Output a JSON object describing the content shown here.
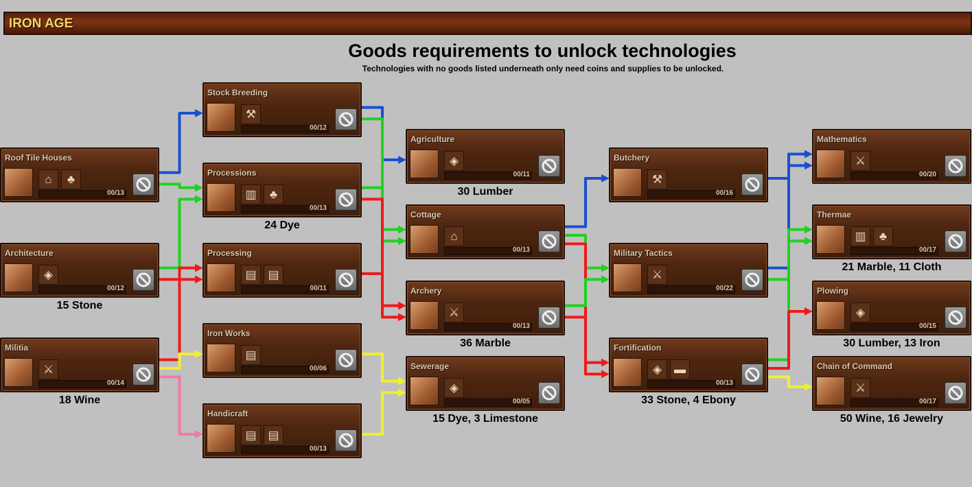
{
  "header": {
    "era": "IRON AGE"
  },
  "title": "Goods requirements to unlock technologies",
  "subtitle": "Technologies with no goods listed underneath only need coins and supplies to be unlocked.",
  "colors": {
    "blue": "#1a4fd0",
    "green": "#22d022",
    "red": "#ee1a1a",
    "yellow": "#f0f030",
    "pink": "#f07aa8"
  },
  "technologies": [
    {
      "id": "roof-tile-houses",
      "name": "Roof Tile Houses",
      "progress": "00/13",
      "goods_icons": [
        "house-icon",
        "tree-icon"
      ],
      "requirement": ""
    },
    {
      "id": "architecture",
      "name": "Architecture",
      "progress": "00/12",
      "goods_icons": [
        "stone-icon"
      ],
      "requirement": "15 Stone"
    },
    {
      "id": "militia",
      "name": "Militia",
      "progress": "00/14",
      "goods_icons": [
        "swords-icon"
      ],
      "requirement": "18 Wine"
    },
    {
      "id": "stock-breeding",
      "name": "Stock Breeding",
      "progress": "00/12",
      "goods_icons": [
        "hammer-icon"
      ],
      "requirement": ""
    },
    {
      "id": "processions",
      "name": "Processions",
      "progress": "00/13",
      "goods_icons": [
        "temple-icon",
        "tree-icon"
      ],
      "requirement": "24 Dye"
    },
    {
      "id": "processing",
      "name": "Processing",
      "progress": "00/11",
      "goods_icons": [
        "supplies-icon",
        "supplies-icon"
      ],
      "requirement": ""
    },
    {
      "id": "iron-works",
      "name": "Iron Works",
      "progress": "00/06",
      "goods_icons": [
        "supplies-icon"
      ],
      "requirement": ""
    },
    {
      "id": "handicraft",
      "name": "Handicraft",
      "progress": "00/13",
      "goods_icons": [
        "supplies-icon",
        "supplies-icon"
      ],
      "requirement": ""
    },
    {
      "id": "agriculture",
      "name": "Agriculture",
      "progress": "00/11",
      "goods_icons": [
        "stone-icon"
      ],
      "requirement": "30 Lumber"
    },
    {
      "id": "cottage",
      "name": "Cottage",
      "progress": "00/13",
      "goods_icons": [
        "house-icon"
      ],
      "requirement": ""
    },
    {
      "id": "archery",
      "name": "Archery",
      "progress": "00/13",
      "goods_icons": [
        "swords-icon"
      ],
      "requirement": "36 Marble"
    },
    {
      "id": "sewerage",
      "name": "Sewerage",
      "progress": "00/05",
      "goods_icons": [
        "stone-icon"
      ],
      "requirement": "15 Dye, 3 Limestone"
    },
    {
      "id": "butchery",
      "name": "Butchery",
      "progress": "00/16",
      "goods_icons": [
        "hammer-icon"
      ],
      "requirement": ""
    },
    {
      "id": "military-tactics",
      "name": "Military Tactics",
      "progress": "00/22",
      "goods_icons": [
        "swords-icon"
      ],
      "requirement": ""
    },
    {
      "id": "fortification",
      "name": "Fortification",
      "progress": "00/13",
      "goods_icons": [
        "stone-icon",
        "plank-icon"
      ],
      "requirement": "33 Stone, 4 Ebony"
    },
    {
      "id": "mathematics",
      "name": "Mathematics",
      "progress": "00/20",
      "goods_icons": [
        "swords-icon"
      ],
      "requirement": ""
    },
    {
      "id": "thermae",
      "name": "Thermae",
      "progress": "00/17",
      "goods_icons": [
        "temple-icon",
        "tree-icon"
      ],
      "requirement": "21 Marble, 11 Cloth"
    },
    {
      "id": "plowing",
      "name": "Plowing",
      "progress": "00/15",
      "goods_icons": [
        "stone-icon"
      ],
      "requirement": "30 Lumber, 13 Iron"
    },
    {
      "id": "chain-of-command",
      "name": "Chain of Command",
      "progress": "00/17",
      "goods_icons": [
        "swords-icon"
      ],
      "requirement": "50 Wine, 16 Jewelry"
    }
  ],
  "links": [
    {
      "from": "roof-tile-houses",
      "to": "stock-breeding",
      "color": "blue"
    },
    {
      "from": "roof-tile-houses",
      "to": "processions",
      "color": "green"
    },
    {
      "from": "architecture",
      "to": "processions",
      "color": "green"
    },
    {
      "from": "architecture",
      "to": "processing",
      "color": "red"
    },
    {
      "from": "militia",
      "to": "processing",
      "color": "red"
    },
    {
      "from": "militia",
      "to": "iron-works",
      "color": "yellow"
    },
    {
      "from": "militia",
      "to": "handicraft",
      "color": "pink"
    },
    {
      "from": "stock-breeding",
      "to": "agriculture",
      "color": "blue"
    },
    {
      "from": "stock-breeding",
      "to": "cottage",
      "color": "green"
    },
    {
      "from": "processions",
      "to": "cottage",
      "color": "green"
    },
    {
      "from": "processions",
      "to": "archery",
      "color": "red"
    },
    {
      "from": "processing",
      "to": "archery",
      "color": "red"
    },
    {
      "from": "iron-works",
      "to": "sewerage",
      "color": "yellow"
    },
    {
      "from": "handicraft",
      "to": "sewerage",
      "color": "yellow"
    },
    {
      "from": "cottage",
      "to": "butchery",
      "color": "blue"
    },
    {
      "from": "cottage",
      "to": "military-tactics",
      "color": "green"
    },
    {
      "from": "cottage",
      "to": "fortification",
      "color": "red"
    },
    {
      "from": "archery",
      "to": "military-tactics",
      "color": "green"
    },
    {
      "from": "archery",
      "to": "fortification",
      "color": "red"
    },
    {
      "from": "butchery",
      "to": "mathematics",
      "color": "blue"
    },
    {
      "from": "military-tactics",
      "to": "mathematics",
      "color": "blue"
    },
    {
      "from": "military-tactics",
      "to": "thermae",
      "color": "green"
    },
    {
      "from": "fortification",
      "to": "thermae",
      "color": "green"
    },
    {
      "from": "fortification",
      "to": "plowing",
      "color": "red"
    },
    {
      "from": "fortification",
      "to": "chain-of-command",
      "color": "yellow"
    }
  ]
}
